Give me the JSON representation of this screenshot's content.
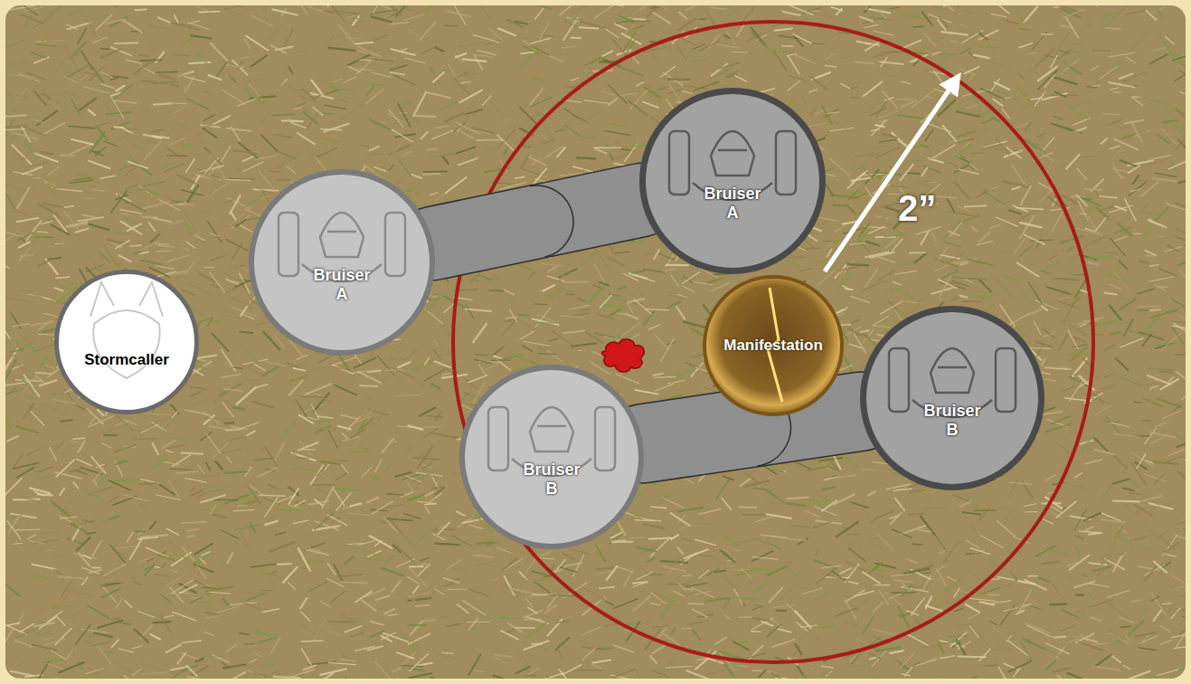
{
  "diagram": {
    "nodes": [
      {
        "text": [
          "Stormcaller"
        ]
      },
      {
        "text": [
          "Bruiser A"
        ]
      },
      {
        "text": [
          "Bruiser A"
        ]
      },
      {
        "text": [
          "Manifestation"
        ]
      },
      {
        "text": [
          "Bruiser B"
        ]
      },
      {
        "text": [
          "Bruiser B"
        ]
      }
    ],
    "edges": [
      {
        "from": 1,
        "to": 2,
        "arrow": "none"
      },
      {
        "from": 4,
        "to": 5,
        "arrow": "none"
      }
    ],
    "labels": [
      "2”"
    ]
  }
}
